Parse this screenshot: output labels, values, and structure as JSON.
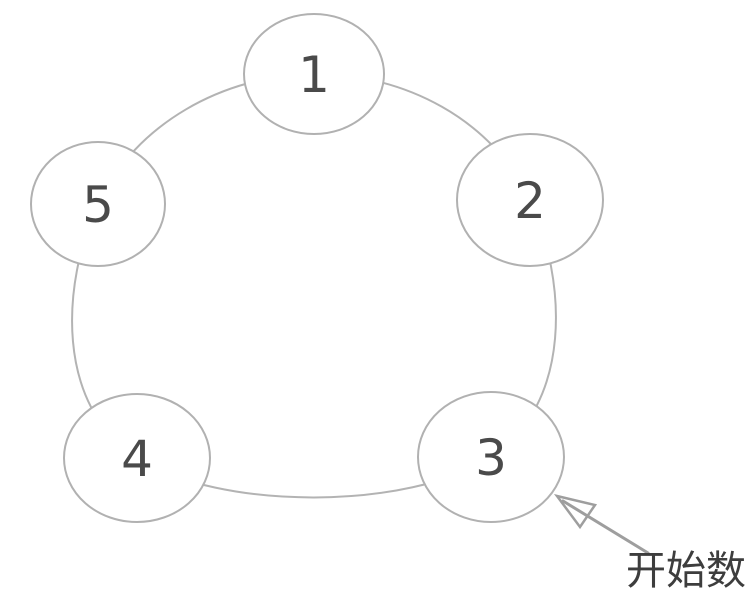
{
  "diagram": {
    "type": "circular-counting-sequence",
    "nodes": [
      {
        "id": 1,
        "label": "1"
      },
      {
        "id": 2,
        "label": "2"
      },
      {
        "id": 3,
        "label": "3"
      },
      {
        "id": 4,
        "label": "4"
      },
      {
        "id": 5,
        "label": "5"
      }
    ],
    "annotation": {
      "label": "开始数",
      "target_node": "3"
    },
    "colors": {
      "background": "#ffffff",
      "circle_stroke": "#b1b1b1",
      "ring_stroke": "#b3b3b3",
      "number_text": "#4a4a4a",
      "annotation_text": "#3d3d3d",
      "arrow": "#9e9e9e"
    }
  }
}
